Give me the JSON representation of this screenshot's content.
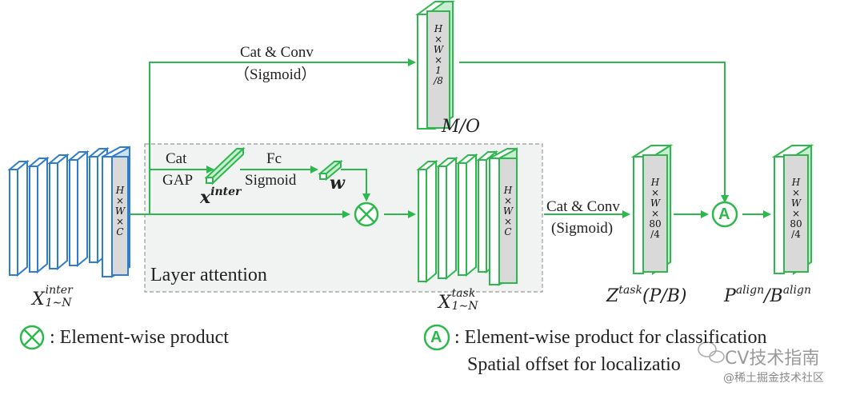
{
  "diagram": {
    "top_branch_label_1": "Cat & Conv",
    "top_branch_label_2": "（Sigmoid）",
    "mo_label": "M/O",
    "mo_block_text": [
      "H",
      "×",
      "W",
      "×",
      "1",
      "/8"
    ],
    "cat_label": "Cat",
    "gap_label": "GAP",
    "fc_label": "Fc",
    "sigmoid_label": "Sigmoid",
    "x_inter_base": "x",
    "x_inter_sup": "inter",
    "w_label": "w",
    "input_block_text": [
      "H",
      "×",
      "W",
      "×",
      "C"
    ],
    "input_label_base": "X",
    "input_label_sup": "inter",
    "input_label_sub": "1∼N",
    "task_block_text": [
      "H",
      "×",
      "W",
      "×",
      "C"
    ],
    "task_label_base": "X",
    "task_label_sup": "task",
    "task_label_sub": "1∼N",
    "layer_attention_label": "Layer attention",
    "cat_conv_2_line1": "Cat & Conv",
    "cat_conv_2_line2": "(Sigmoid)",
    "z_block_text": [
      "H",
      "×",
      "W",
      "×",
      "80",
      "/4"
    ],
    "z_label_base": "Z",
    "z_label_sup": "task",
    "z_label_rest": "(P/B)",
    "align_block_text": [
      "H",
      "×",
      "W",
      "×",
      "80",
      "/4"
    ],
    "align_label_p": "P",
    "align_label_p_sup": "align",
    "align_label_slash": "/B",
    "align_label_b_sup": "align",
    "a_symbol": "A",
    "otimes_symbol": "×"
  },
  "legend": {
    "product_text": ": Element-wise product",
    "a_text_line1": ": Element-wise product for classification",
    "a_text_line2": "Spatial offset for localizatio"
  },
  "watermark": {
    "line1": "CV技术指南",
    "line2": "@稀土掘金技术社区"
  },
  "colors": {
    "green": "#2db84d",
    "blue": "#2e7dd1",
    "grey_face": "#d9d9d9",
    "panel_bg": "#f1f3f3",
    "panel_border": "#9a9a9a"
  }
}
